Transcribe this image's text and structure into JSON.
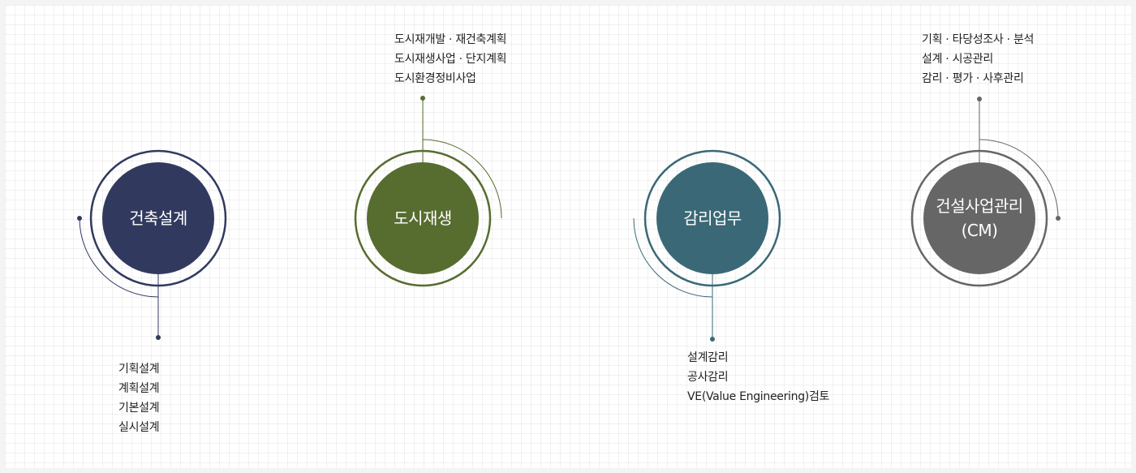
{
  "services": [
    {
      "title_lines": [
        "건축설계"
      ],
      "color": "#313a5e",
      "items": [
        "기획설계",
        "계획설계",
        "기본설계",
        "실시설계"
      ]
    },
    {
      "title_lines": [
        "도시재생"
      ],
      "color": "#576c2f",
      "items": [
        "도시재개발 · 재건축계획",
        "도시재생사업 · 단지계획",
        "도시환경정비사업"
      ]
    },
    {
      "title_lines": [
        "감리업무"
      ],
      "color": "#3a6877",
      "items": [
        "설계감리",
        "공사감리",
        "VE(Value Engineering)검토"
      ]
    },
    {
      "title_lines": [
        "건설사업관리",
        "(CM)"
      ],
      "color": "#666666",
      "items": [
        "기획 · 타당성조사 · 분석",
        "설계 · 시공관리",
        "감리 · 평가 · 사후관리"
      ]
    }
  ]
}
